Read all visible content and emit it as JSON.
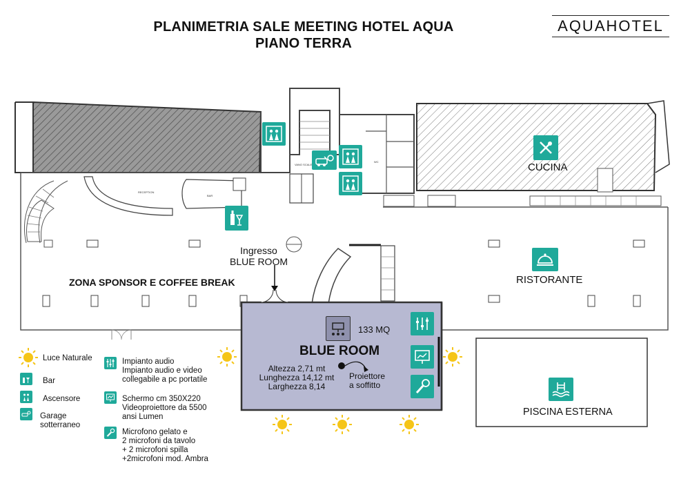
{
  "header": {
    "title": "PLANIMETRIA SALE MEETING HOTEL AQUA",
    "subtitle": "PIANO TERRA",
    "logo": "AQUAHOTEL"
  },
  "rooms": {
    "cucina": "CUCINA",
    "ristorante": "RISTORANTE",
    "piscina": "PISCINA ESTERNA",
    "zona_sponsor": "ZONA SPONSOR E COFFEE BREAK",
    "ingresso_line1": "Ingresso",
    "ingresso_line2": "BLUE ROOM",
    "reception": "RECEPTION",
    "bar_small": "BAR",
    "vano_scala": "VANO SCALE",
    "wc": "WC"
  },
  "blue_room": {
    "name": "BLUE ROOM",
    "area": "133 MQ",
    "altezza": "Altezza 2,71 mt",
    "lunghezza": "Lunghezza 14,12 mt",
    "larghezza": "Larghezza 8,14",
    "proiettore_line1": "Proiettore",
    "proiettore_line2": "a soffitto"
  },
  "legend": {
    "luce": "Luce Naturale",
    "bar": "Bar",
    "ascensore": "Ascensore",
    "garage_line1": "Garage",
    "garage_line2": "sotterraneo",
    "audio_line1": "Impianto audio",
    "audio_line2": "Impianto audio e video",
    "audio_line3": "collegabile a pc portatile",
    "schermo_line1": "Schermo cm 350X220",
    "schermo_line2": "Videoproiettore da 5500",
    "schermo_line3": "ansi Lumen",
    "micro_line1": "Microfono gelato e",
    "micro_line2": "2 microfoni da tavolo",
    "micro_line3": "+ 2 microfoni spilla",
    "micro_line4": "+2microfoni mod. Ambra"
  },
  "colors": {
    "accent": "#1fa99a",
    "blue_room": "#b7b9d2",
    "sun": "#f5c518",
    "wall": "#444444"
  },
  "icons": [
    "sun-icon",
    "bar-icon",
    "elevator-icon",
    "garage-icon",
    "audio-mixer-icon",
    "projector-screen-icon",
    "microphone-icon",
    "restaurant-cloche-icon",
    "kitchen-utensils-icon",
    "pool-icon",
    "conference-table-icon"
  ]
}
